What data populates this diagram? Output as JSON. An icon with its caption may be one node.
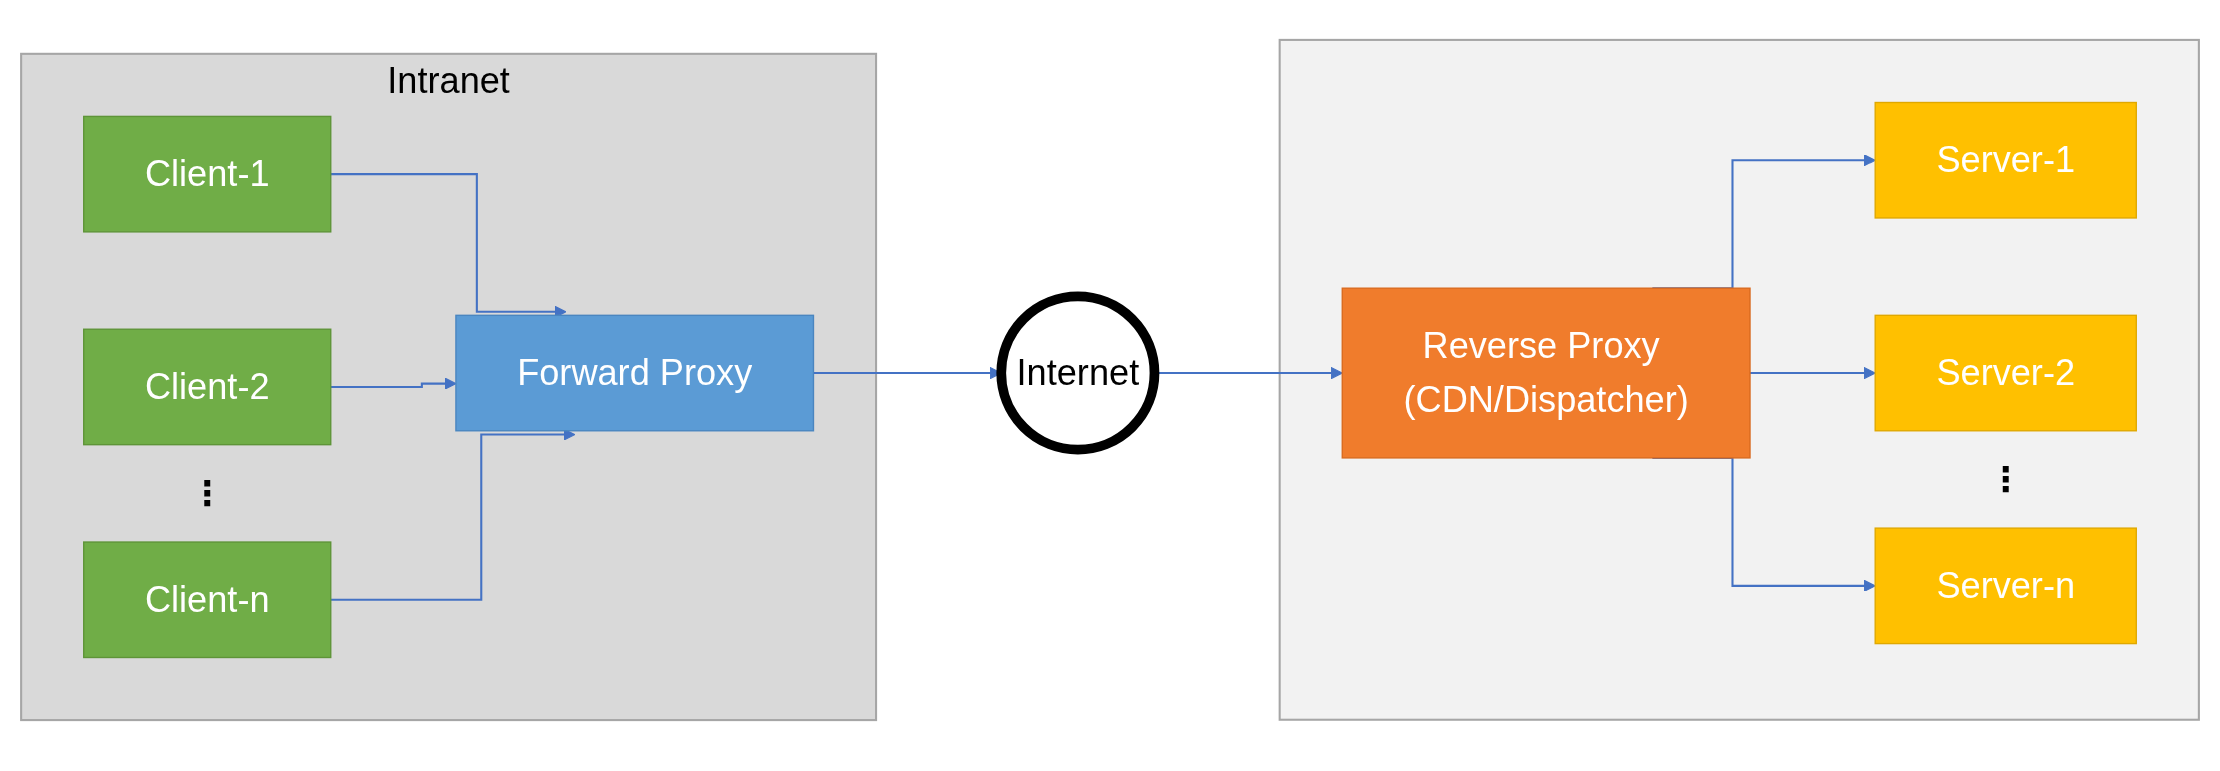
{
  "diagram": {
    "nodes": [
      {
        "text": [
          "Intranet"
        ]
      },
      {
        "text": [
          "Client-1"
        ],
        "in": 0
      },
      {
        "text": [
          "Client-2"
        ],
        "in": 0
      },
      {
        "text": [
          "Client-n"
        ],
        "in": 0
      },
      {
        "text": [
          "Forward Proxy"
        ],
        "in": 0
      },
      {
        "text": [
          "Internet"
        ]
      },
      {
        "text": [],
        "shape": "box"
      },
      {
        "text": [
          "Reverse Proxy (CDN/Dispatcher)"
        ],
        "in": 6
      },
      {
        "text": [
          "Server-1"
        ],
        "in": 6
      },
      {
        "text": [
          "Server-2"
        ],
        "in": 6
      },
      {
        "text": [
          "Server-n"
        ],
        "in": 6
      }
    ],
    "edges": [
      {
        "from": 1,
        "to": 4,
        "arrow": "to"
      },
      {
        "from": 2,
        "to": 4,
        "arrow": "to"
      },
      {
        "from": 3,
        "to": 4,
        "arrow": "to"
      },
      {
        "from": 4,
        "to": 5,
        "arrow": "to"
      },
      {
        "from": 5,
        "to": 7,
        "arrow": "to"
      },
      {
        "from": 7,
        "to": 8,
        "arrow": "to"
      },
      {
        "from": 7,
        "to": 9,
        "arrow": "to"
      },
      {
        "from": 7,
        "to": 10,
        "arrow": "to"
      }
    ],
    "labels": [
      "⋮",
      "⋮"
    ]
  }
}
